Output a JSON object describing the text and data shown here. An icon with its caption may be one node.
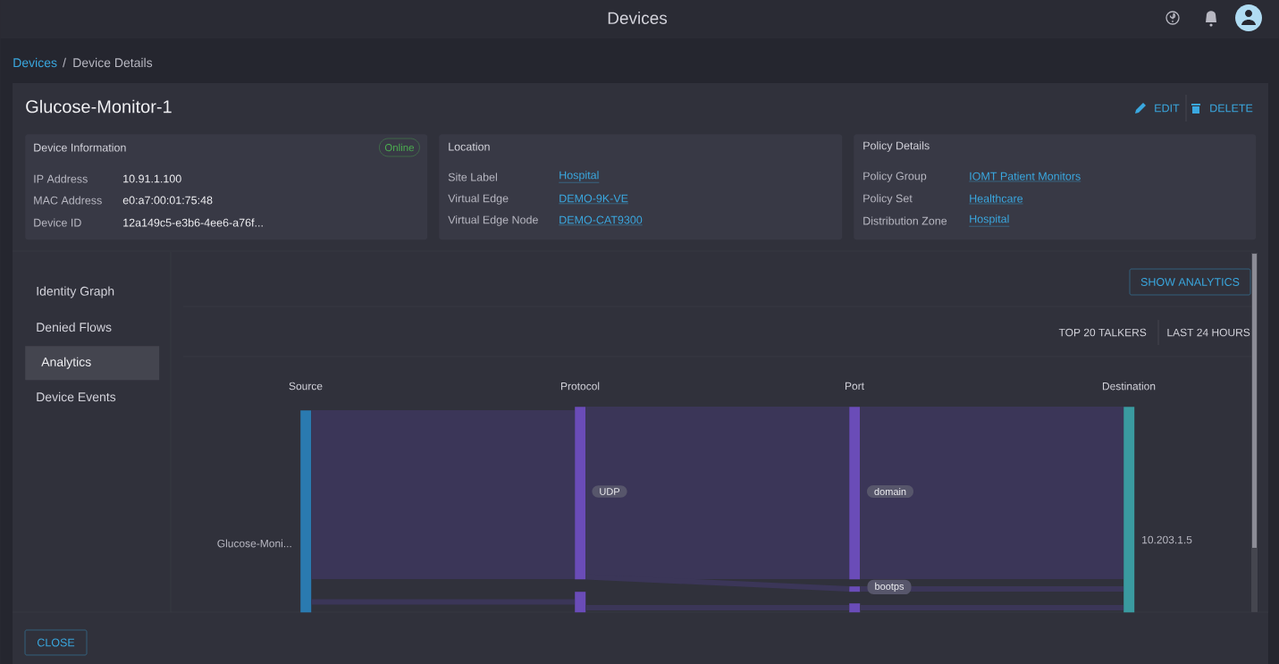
{
  "diagram": {
    "nodes": [
      {
        "text": [
          "Device Information",
          "IP Address",
          "10.91.1.100",
          "MAC Address",
          "e0:a7:00:01:75:48",
          "Device ID",
          "12a149c5-e3b6-4ee6-a76f..."
        ]
      },
      {
        "text": [
          "Online"
        ],
        "in": 0
      },
      {
        "text": [
          "Location",
          "Site Label",
          "Hospital",
          "Virtual Edge",
          "DEMO-9K-VE",
          "Virtual Edge Node",
          "DEMO-CAT9300"
        ]
      },
      {
        "text": [
          "Policy Details",
          "Policy Group",
          "IOMT Patient Monitors",
          "Policy Set",
          "Healthcare",
          "Distribution Zone",
          "Hospital"
        ]
      },
      {
        "text": [
          "Analytics"
        ]
      },
      {
        "text": [
          "SHOW ANALYTICS"
        ]
      },
      {
        "text": [],
        "shape": "bar",
        "beside": [
          "Glucose-Moni..."
        ]
      },
      {
        "text": [],
        "shape": "bar",
        "beside": [
          "UDP"
        ]
      },
      {
        "text": [],
        "shape": "bar"
      },
      {
        "text": [],
        "shape": "bar",
        "beside": [
          "domain"
        ]
      },
      {
        "text": [],
        "shape": "bar",
        "beside": [
          "bootps"
        ]
      },
      {
        "text": [],
        "shape": "bar"
      },
      {
        "text": [],
        "shape": "bar",
        "beside": [
          "10.203.1.5"
        ]
      },
      {
        "text": [
          "CLOSE"
        ]
      }
    ],
    "edges": [
      {
        "from": 6,
        "to": 7,
        "arrow": "none",
        "style": "thick"
      },
      {
        "from": 6,
        "to": 8,
        "arrow": "none"
      },
      {
        "from": 7,
        "to": 9,
        "arrow": "none",
        "style": "thick"
      },
      {
        "from": 7,
        "to": 10,
        "arrow": "none"
      },
      {
        "from": 8,
        "to": 11,
        "arrow": "none"
      },
      {
        "from": 9,
        "to": 12,
        "arrow": "none",
        "style": "thick"
      },
      {
        "from": 10,
        "to": 12,
        "arrow": "none"
      },
      {
        "from": 11,
        "to": 12,
        "arrow": "none"
      }
    ],
    "labels": [
      "Devices",
      "Devices",
      "/",
      "Device Details",
      "Glucose-Monitor-1",
      "EDIT",
      "DELETE",
      "Identity Graph",
      "Denied Flows",
      "Device Events",
      "TOP 20 TALKERS",
      "LAST 24 HOURS",
      "Source",
      "Protocol",
      "Port",
      "Destination"
    ]
  }
}
